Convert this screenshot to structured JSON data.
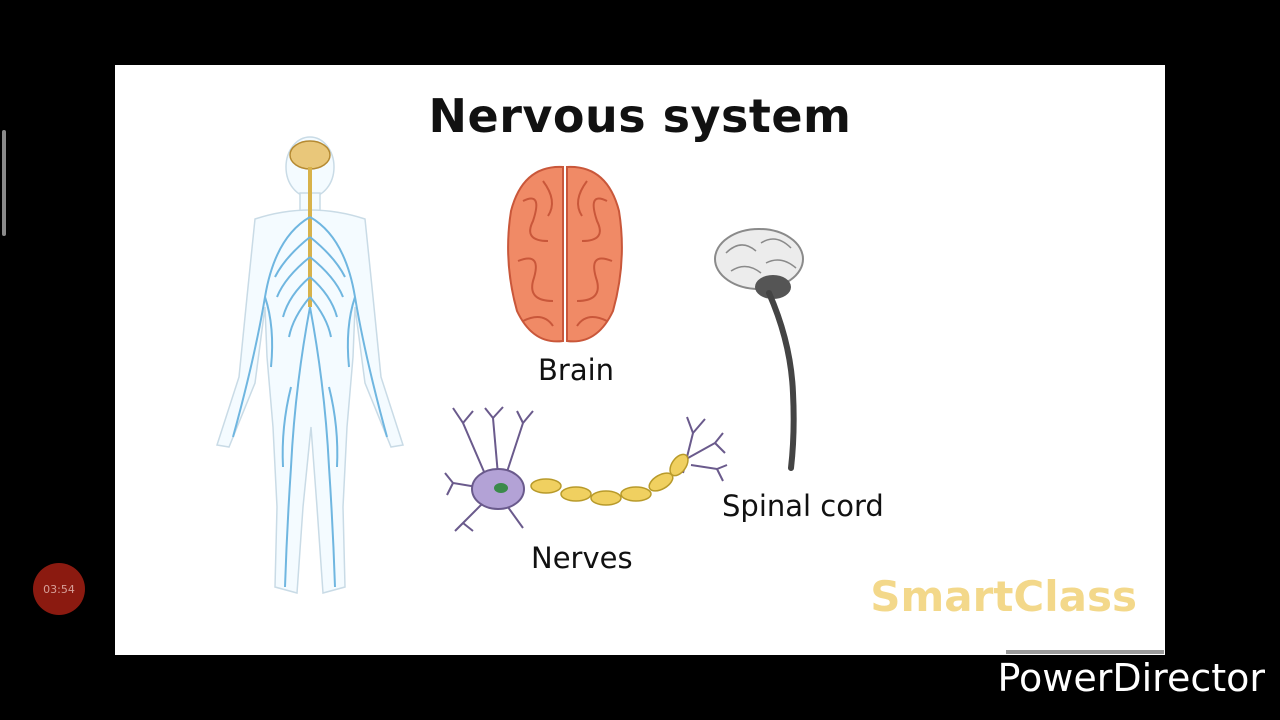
{
  "slide": {
    "title": "Nervous system",
    "labels": {
      "brain": "Brain",
      "nerves": "Nerves",
      "spinal_cord": "Spinal cord"
    },
    "brand": "SmartClass",
    "illustrations": {
      "body": "human-body-nervous-system-icon",
      "brain": "brain-icon",
      "neuron": "neuron-icon",
      "spinal_cord": "spinal-cord-icon"
    }
  },
  "player": {
    "timestamp": "03:54",
    "watermark": "PowerDirector"
  },
  "colors": {
    "background": "#000000",
    "slide": "#ffffff",
    "brain": "#f08a66",
    "nerves": "#6fb6e0",
    "neuron_body": "#b3a2d6",
    "myelin": "#f0d060",
    "brand": "#f3d88a",
    "timestamp_badge": "#8b1a10"
  }
}
